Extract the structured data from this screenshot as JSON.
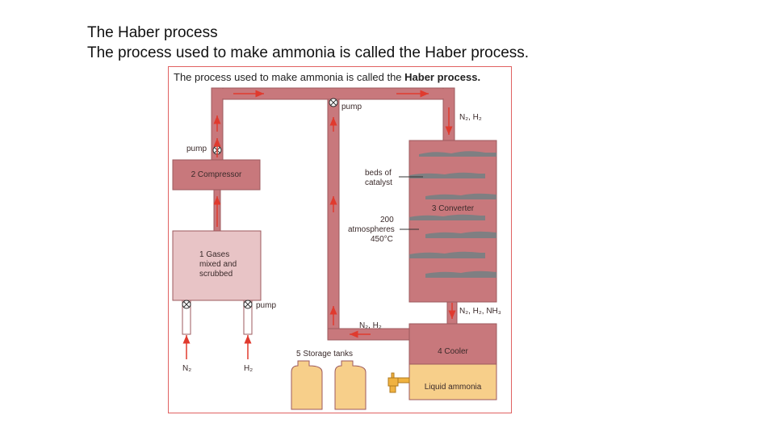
{
  "slide": {
    "title": "The Haber process",
    "subtitle_prefix": "The process used to make ammonia is called the ",
    "subtitle_emph": "Haber process."
  },
  "figure": {
    "caption_prefix": "The process used to make ammonia is called the ",
    "caption_emph": "Haber process.",
    "labels": {
      "pump_top_right": "pump",
      "pump_left": "pump",
      "pump_bottom": "pump",
      "compressor": "2 Compressor",
      "gases_line1": "1  Gases",
      "gases_line2": "mixed and",
      "gases_line3": "scrubbed",
      "n2_h2_top": "N₂, H₂",
      "beds_line1": "beds of",
      "beds_line2": "catalyst",
      "converter": "3  Converter",
      "pressure": "200",
      "atmos": "atmospheres",
      "temp": "450°C",
      "n2_h2_nh3": "N₂, H₂, NH₃",
      "n2_h2_return": "N₂, H₂",
      "cooler": "4  Cooler",
      "liquid_ammonia": "Liquid ammonia",
      "storage": "5  Storage tanks",
      "n2_input": "N₂",
      "h2_input": "H₂"
    },
    "colors": {
      "pipe": "#c8787c",
      "pipe_dark": "#9c5a5e",
      "gases_box": "#e8c4c6",
      "liquid": "#f7cf8a",
      "arrow": "#e03a2e",
      "catalyst": "#7f7f82"
    }
  }
}
